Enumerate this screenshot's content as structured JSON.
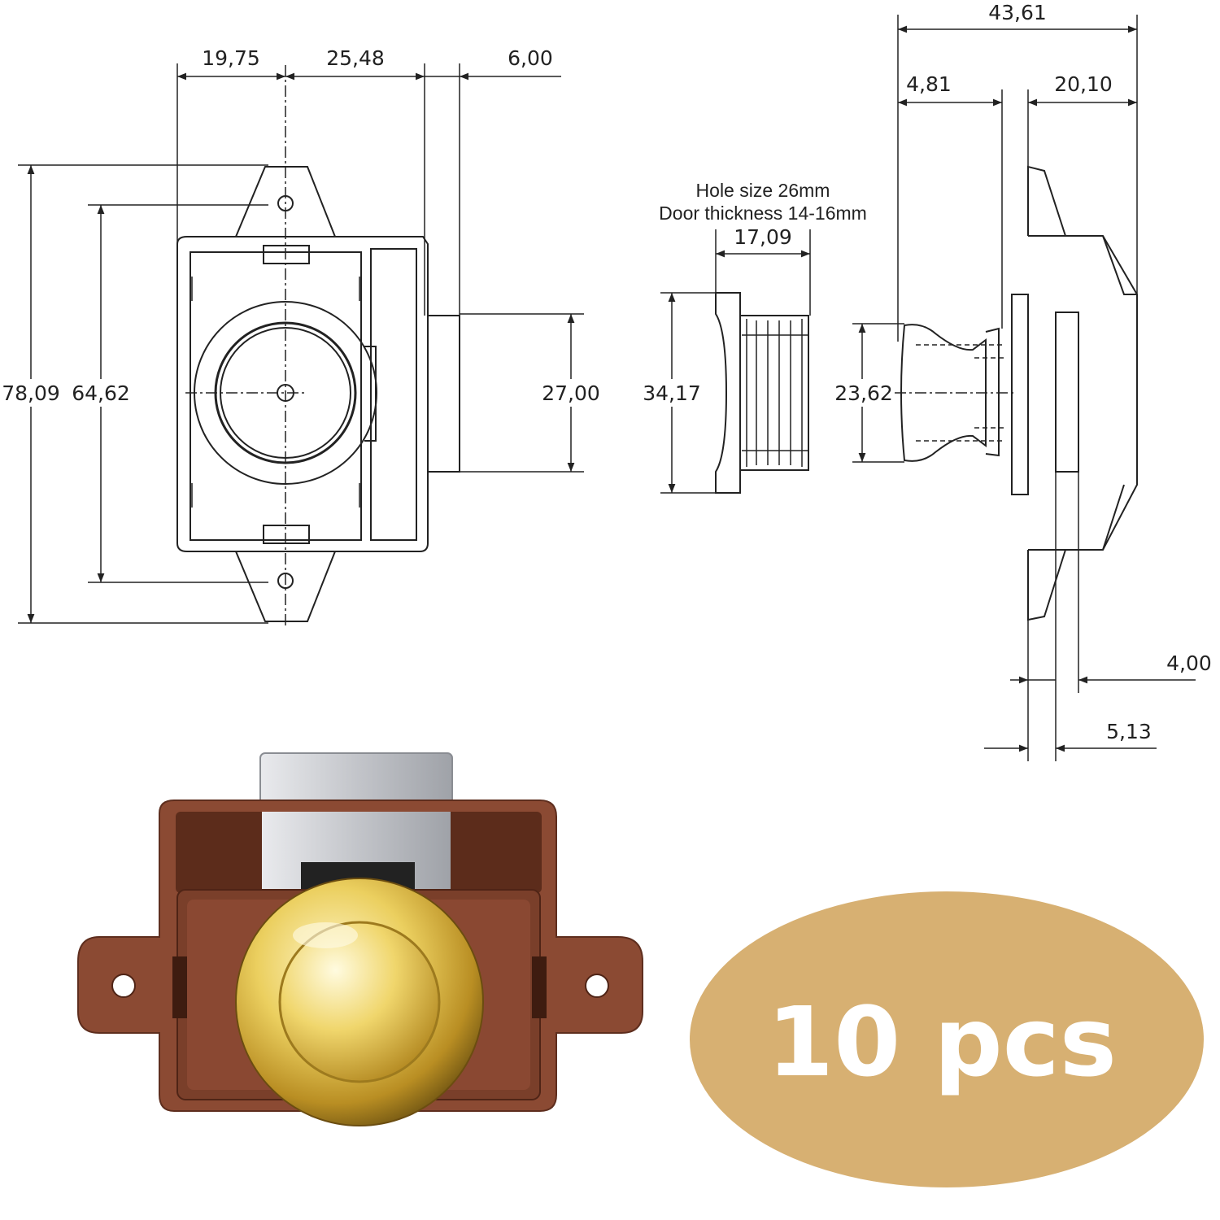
{
  "front_view": {
    "dims": {
      "top_left": "19,75",
      "top_mid": "25,48",
      "top_right": "6,00",
      "height_outer": "78,09",
      "height_holes": "64,62",
      "bolt_height": "27,00"
    }
  },
  "section_view": {
    "note_line1": "Hole size 26mm",
    "note_line2": "Door thickness 14-16mm",
    "dims": {
      "width": "17,09",
      "height": "34,17"
    }
  },
  "side_view": {
    "dims": {
      "overall": "43,61",
      "left": "4,81",
      "right": "20,10",
      "knob": "23,62",
      "bottom_a": "4,00",
      "bottom_b": "5,13"
    }
  },
  "badge": {
    "text": "10 pcs",
    "color": "#d7b072"
  },
  "product_colors": {
    "housing": "#8b4a33",
    "button": "#e7cb5e",
    "bolt": "#c9cbcf"
  }
}
